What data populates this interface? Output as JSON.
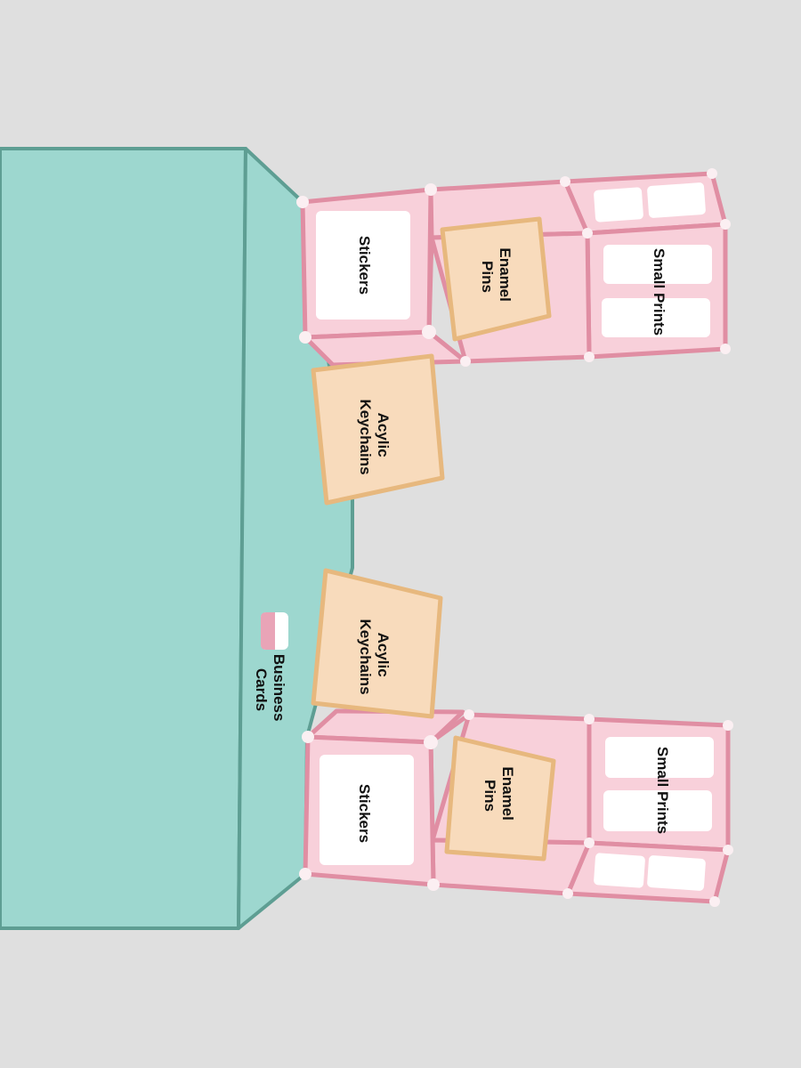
{
  "colors": {
    "background": "#dfdfdf",
    "table_fill": "#9dd7cf",
    "table_stroke": "#5e9e93",
    "grid_fill": "#f8d0da",
    "grid_stroke": "#e08ea3",
    "card_fill": "#f8dbbc",
    "card_stroke": "#e7b87e",
    "panel_white": "#ffffff",
    "joint": "#fbeff2",
    "business_card_pink": "#e9a4b7"
  },
  "labels": {
    "stickers": "Stickers",
    "enamel_pins": [
      "Enamel",
      "Pins"
    ],
    "small_prints": "Small Prints",
    "acylic_keychains": [
      "Acylic",
      "Keychains"
    ],
    "business_cards": [
      "Business",
      "Cards"
    ]
  },
  "icons": {
    "business_card_stack": "business-card-stack-icon"
  }
}
